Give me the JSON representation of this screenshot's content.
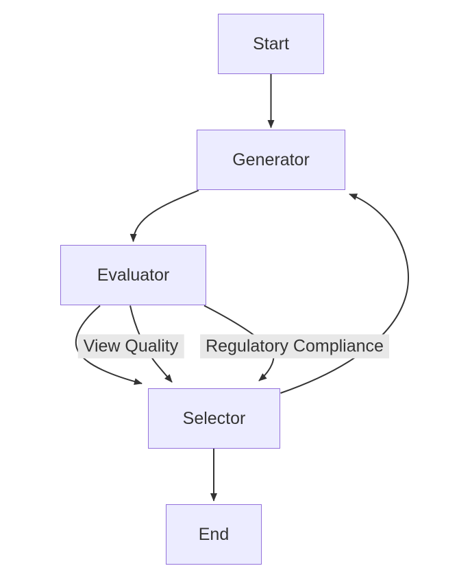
{
  "diagram": {
    "type": "flowchart",
    "direction": "top-down",
    "nodes": [
      {
        "id": "start",
        "label": "Start",
        "shape": "rect"
      },
      {
        "id": "generator",
        "label": "Generator",
        "shape": "rect"
      },
      {
        "id": "evaluator",
        "label": "Evaluator",
        "shape": "rect"
      },
      {
        "id": "selector",
        "label": "Selector",
        "shape": "rect"
      },
      {
        "id": "end",
        "label": "End",
        "shape": "rect"
      }
    ],
    "edges": [
      {
        "from": "start",
        "to": "generator",
        "label": ""
      },
      {
        "from": "generator",
        "to": "evaluator",
        "label": ""
      },
      {
        "from": "evaluator",
        "to": "selector",
        "label": ""
      },
      {
        "from": "evaluator",
        "to": "selector",
        "label": "View Quality"
      },
      {
        "from": "evaluator",
        "to": "selector",
        "label": "Regulatory Compliance"
      },
      {
        "from": "selector",
        "to": "generator",
        "label": ""
      },
      {
        "from": "selector",
        "to": "end",
        "label": ""
      }
    ],
    "colors": {
      "canvas": "#ffffff",
      "node_fill": "#ECECFF",
      "node_border": "#9370DB",
      "edge_stroke": "#333333",
      "label_background": "#e8e8e8",
      "text_color": "#333333"
    }
  }
}
